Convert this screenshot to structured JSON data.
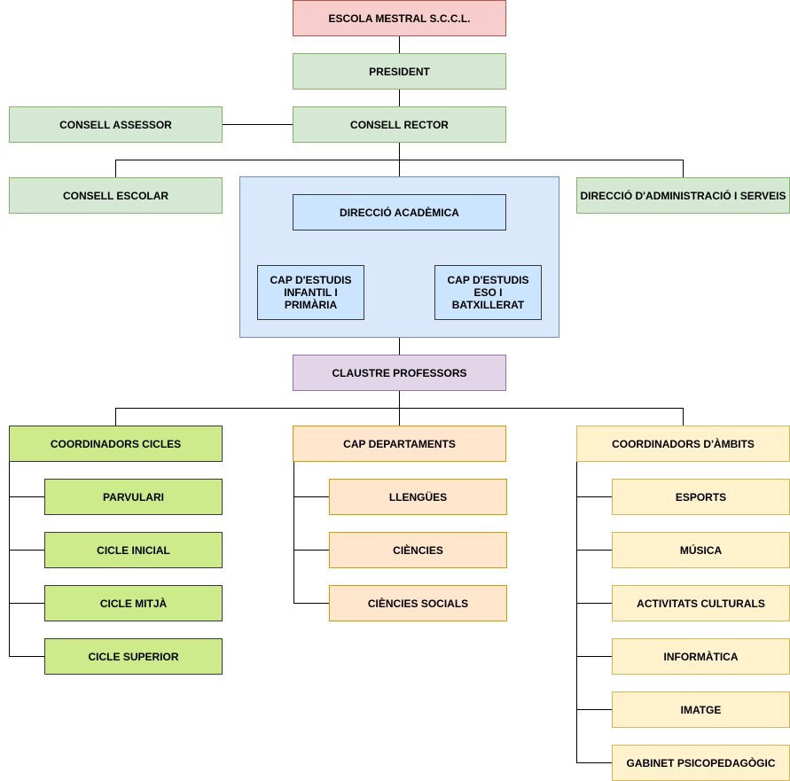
{
  "colors": {
    "top": "#f8cecc",
    "governance": "#d5e8d4",
    "academic_container": "#dae8fc",
    "academic": "#cce5ff",
    "claustre": "#e1d5e7",
    "cycles": "#cdeb8b",
    "departments": "#ffe6cc",
    "areas": "#fff2cc"
  },
  "org": {
    "school": "ESCOLA MESTRAL S.C.C.L.",
    "president": "PRESIDENT",
    "advisory_council": "CONSELL ASSESSOR",
    "governing_council": "CONSELL RECTOR",
    "school_council": "CONSELL ESCOLAR",
    "academic_direction": "DIRECCIÓ ACADÈMICA",
    "head_studies_primary": "CAP D'ESTUDIS INFANTIL I PRIMÀRIA",
    "head_studies_secondary": "CAP D'ESTUDIS ESO I BATXILLERAT",
    "admin_direction": "DIRECCIÓ D'ADMINISTRACIÓ I SERVEIS",
    "teachers_staff": "CLAUSTRE PROFESSORS"
  },
  "cycles": {
    "title": "COORDINADORS CICLES",
    "items": [
      "PARVULARI",
      "CICLE INICIAL",
      "CICLE MITJÀ",
      "CICLE SUPERIOR"
    ]
  },
  "departments": {
    "title": "CAP DEPARTAMENTS",
    "items": [
      "LLENGÜES",
      "CIÈNCIES",
      "CIÈNCIES SOCIALS"
    ]
  },
  "areas": {
    "title": "COORDINADORS D'ÀMBITS",
    "items": [
      "ESPORTS",
      "MÚSICA",
      "ACTIVITATS CULTURALS",
      "INFORMÀTICA",
      "IMATGE",
      "GABINET PSICOPEDAGÒGIC"
    ]
  }
}
